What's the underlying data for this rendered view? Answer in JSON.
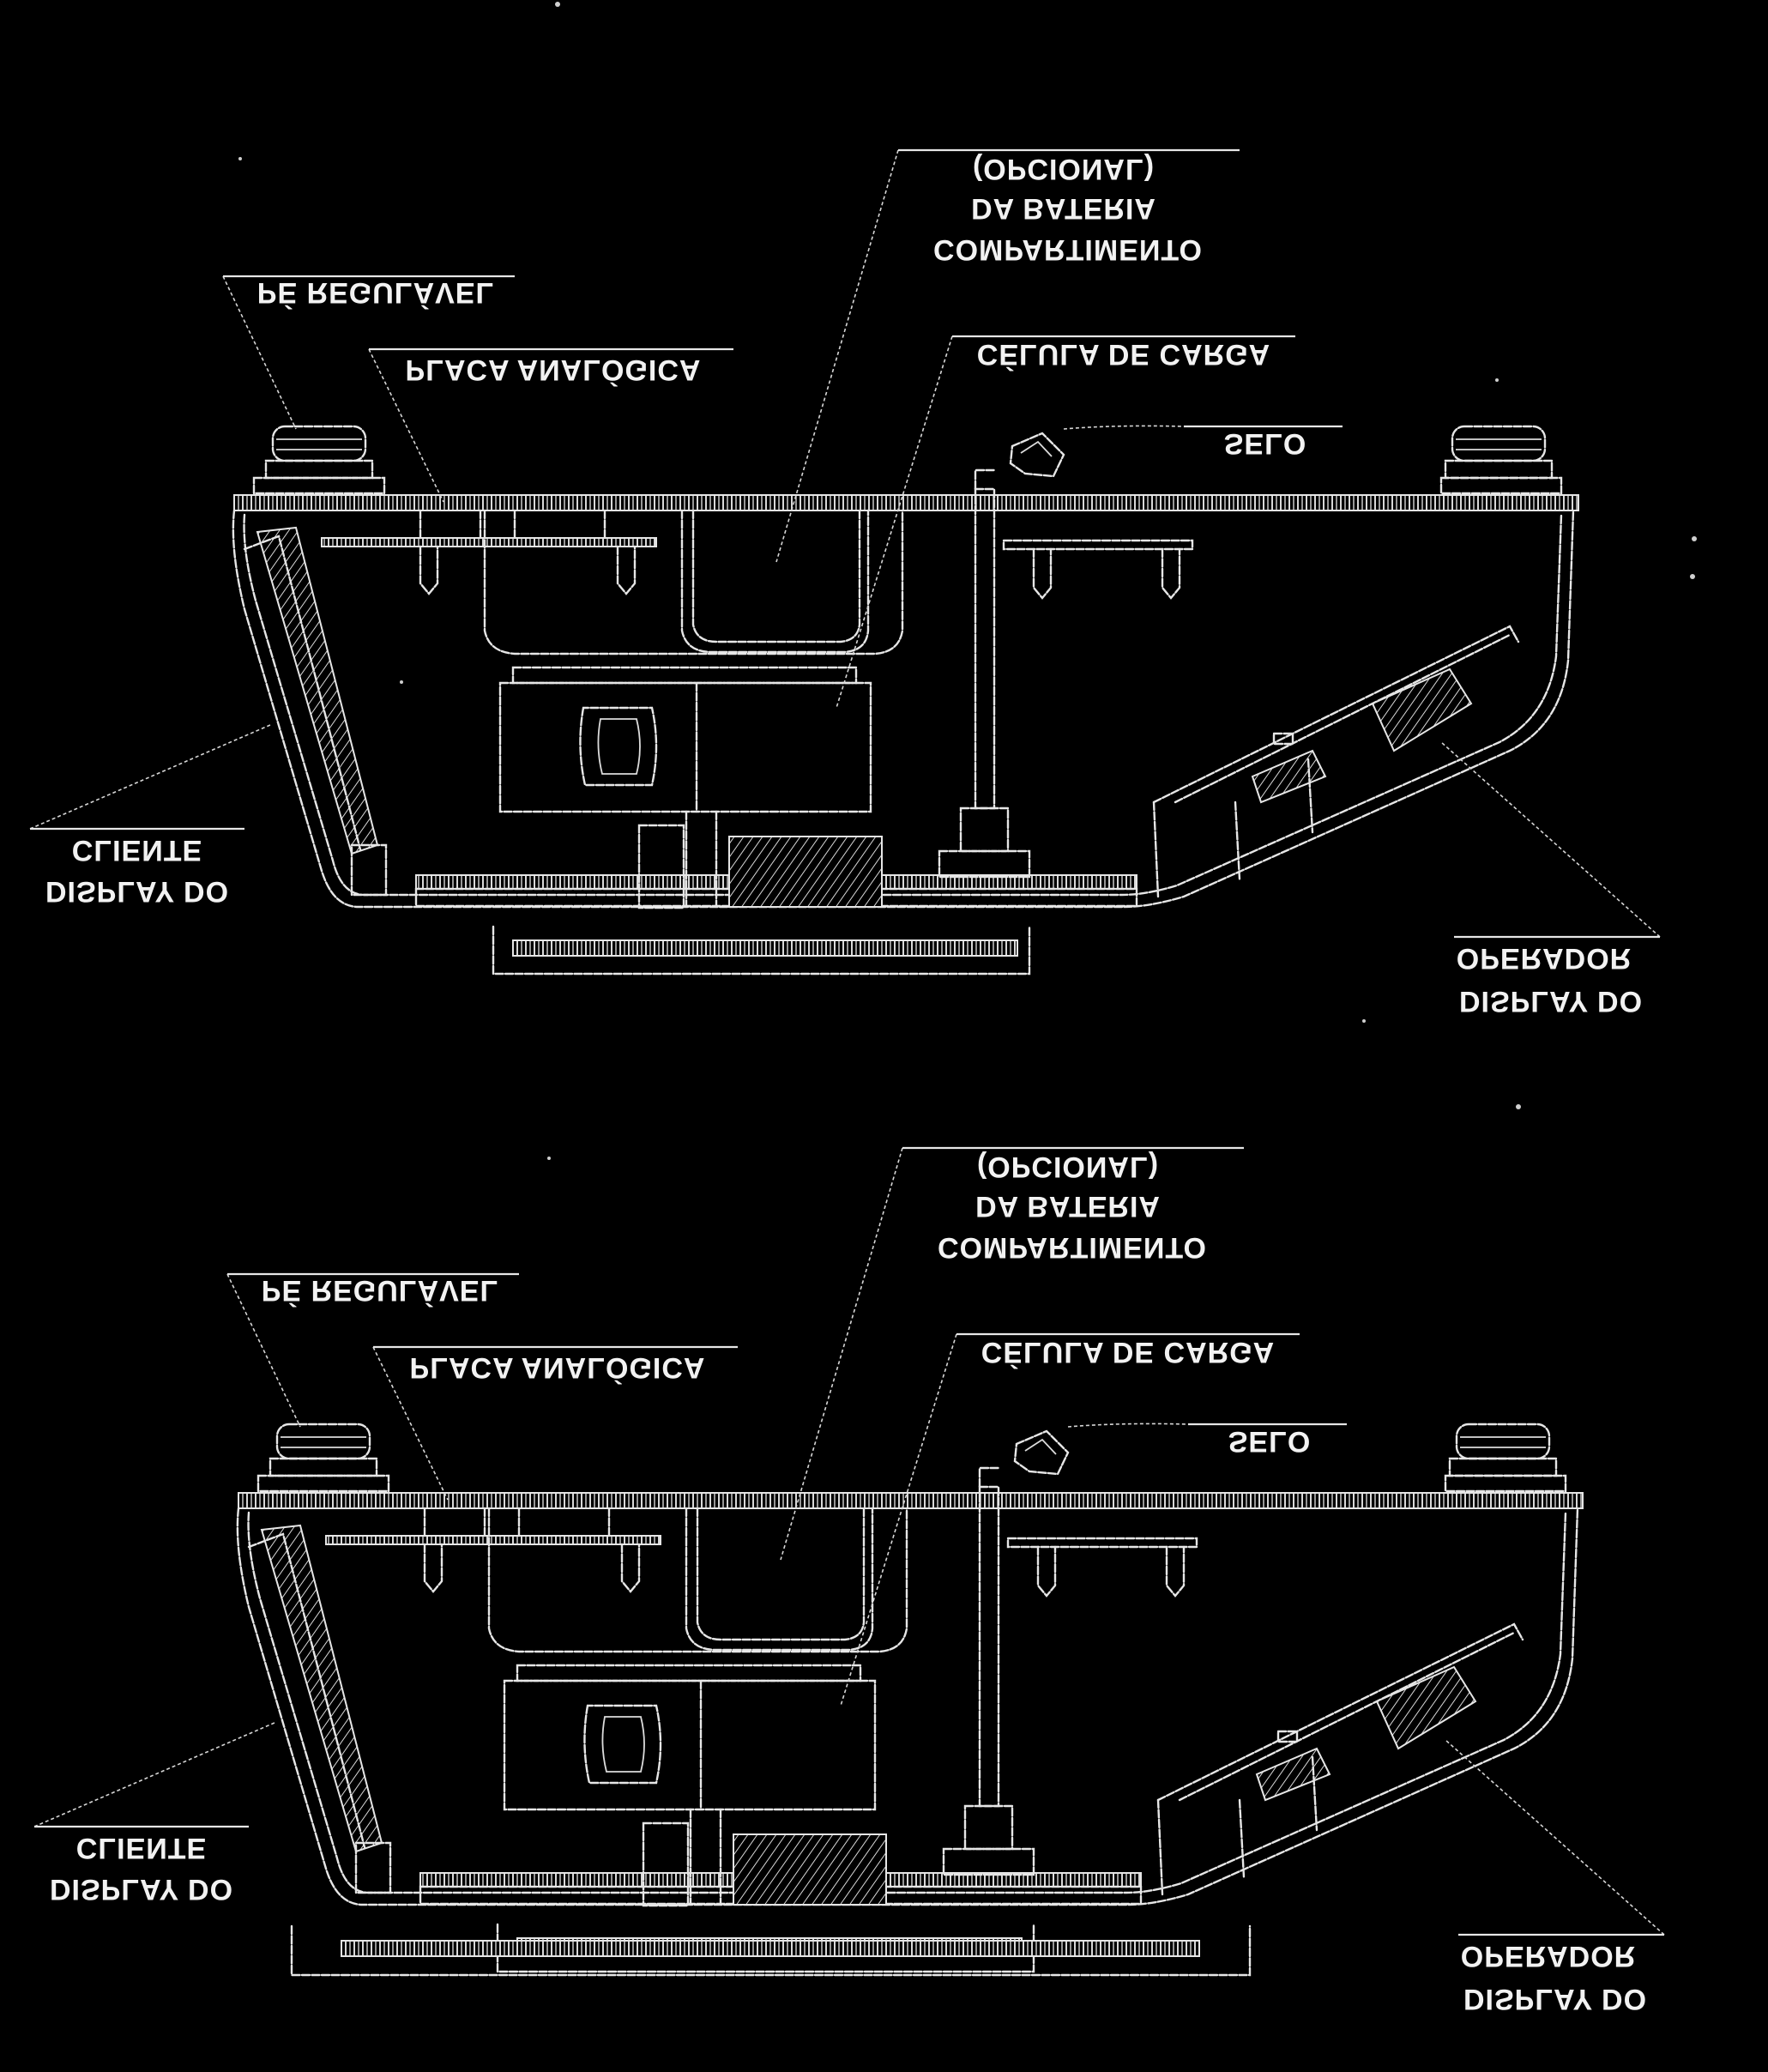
{
  "labels": {
    "compartimento_line1": "(OPCIONAL)",
    "compartimento_line2": "DA BATERIA",
    "compartimento_line3": "COMPARTIMENTO",
    "pe_regulavel": "PÉ REGULÁVEL",
    "placa_analogica": "PLACA ANALÓGICA",
    "celula_de_carga": "CÉLULA DE CARGA",
    "selo": "SELO",
    "display_cliente_line1": "CLIENTE",
    "display_cliente_line2": "DISPLAY DO",
    "display_operador_line1": "OPERADOR",
    "display_operador_line2": "DISPLAY DO"
  },
  "figures": [
    "upper-scale-cross-section",
    "lower-scale-cross-section"
  ],
  "colors": {
    "background": "#000000",
    "linework": "#e6e6e6"
  }
}
